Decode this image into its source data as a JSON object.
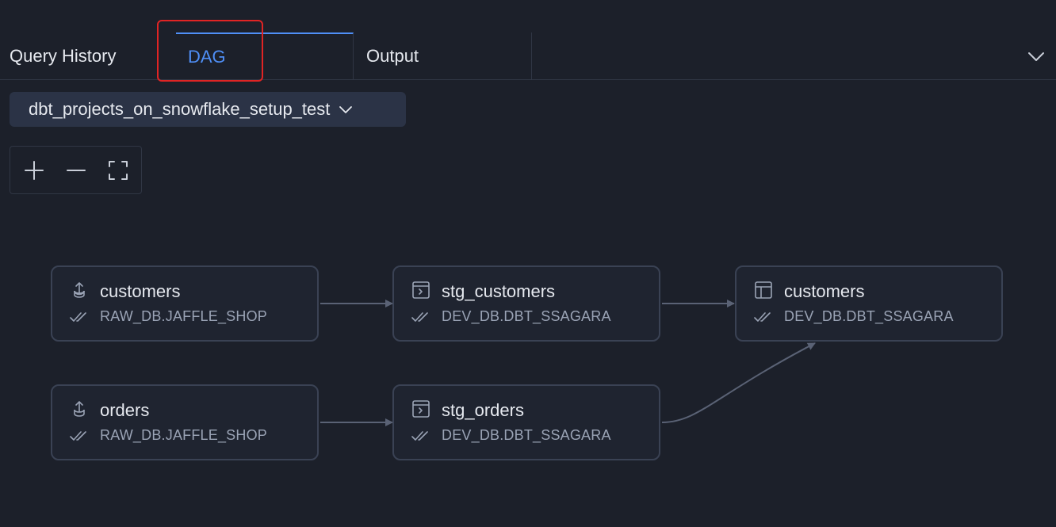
{
  "tabs": {
    "query_history": "Query History",
    "dag": "DAG",
    "output": "Output"
  },
  "active_tab": "DAG",
  "project_selector": {
    "value": "dbt_projects_on_snowflake_setup_test"
  },
  "colors": {
    "accent": "#4f8ff7",
    "highlight": "#e02424",
    "background": "#1c202a",
    "node_border": "#3a4254",
    "edge": "#5a6275"
  },
  "nodes": {
    "src_customers": {
      "title": "customers",
      "subtitle": "RAW_DB.JAFFLE_SHOP",
      "icon": "source-upload-icon"
    },
    "src_orders": {
      "title": "orders",
      "subtitle": "RAW_DB.JAFFLE_SHOP",
      "icon": "source-upload-icon"
    },
    "stg_customers": {
      "title": "stg_customers",
      "subtitle": "DEV_DB.DBT_SSAGARA",
      "icon": "view-icon"
    },
    "stg_orders": {
      "title": "stg_orders",
      "subtitle": "DEV_DB.DBT_SSAGARA",
      "icon": "view-icon"
    },
    "customers": {
      "title": "customers",
      "subtitle": "DEV_DB.DBT_SSAGARA",
      "icon": "table-icon"
    }
  }
}
